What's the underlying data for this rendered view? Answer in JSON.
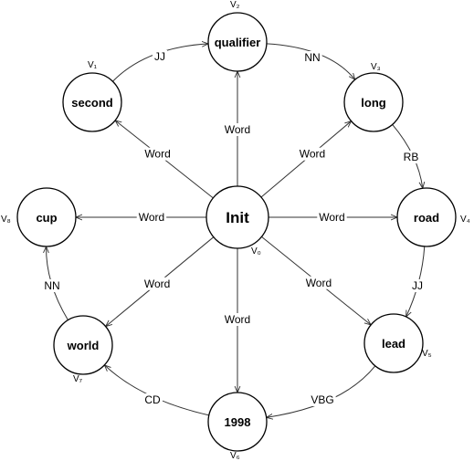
{
  "nodes": [
    {
      "id": "v0",
      "label": "Init",
      "vertex": "V₀"
    },
    {
      "id": "v1",
      "label": "second",
      "vertex": "V₁"
    },
    {
      "id": "v2",
      "label": "qualifier",
      "vertex": "V₂"
    },
    {
      "id": "v3",
      "label": "long",
      "vertex": "V₃"
    },
    {
      "id": "v4",
      "label": "road",
      "vertex": "V₄"
    },
    {
      "id": "v5",
      "label": "lead",
      "vertex": "V₅"
    },
    {
      "id": "v6",
      "label": "1998",
      "vertex": "V₆"
    },
    {
      "id": "v7",
      "label": "world",
      "vertex": "V₇"
    },
    {
      "id": "v8",
      "label": "cup",
      "vertex": "V₈"
    }
  ],
  "edges": [
    {
      "id": "e-v0-v1",
      "from": "v0",
      "to": "v1",
      "label": "Word"
    },
    {
      "id": "e-v0-v2",
      "from": "v0",
      "to": "v2",
      "label": "Word"
    },
    {
      "id": "e-v0-v3",
      "from": "v0",
      "to": "v3",
      "label": "Word"
    },
    {
      "id": "e-v0-v4",
      "from": "v0",
      "to": "v4",
      "label": "Word"
    },
    {
      "id": "e-v0-v5",
      "from": "v0",
      "to": "v5",
      "label": "Word"
    },
    {
      "id": "e-v0-v6",
      "from": "v0",
      "to": "v6",
      "label": "Word"
    },
    {
      "id": "e-v0-v7",
      "from": "v0",
      "to": "v7",
      "label": "Word"
    },
    {
      "id": "e-v0-v8",
      "from": "v0",
      "to": "v8",
      "label": "Word"
    },
    {
      "id": "e-v1-v2",
      "from": "v1",
      "to": "v2",
      "label": "JJ"
    },
    {
      "id": "e-v2-v3",
      "from": "v2",
      "to": "v3",
      "label": "NN"
    },
    {
      "id": "e-v3-v4",
      "from": "v3",
      "to": "v4",
      "label": "RB"
    },
    {
      "id": "e-v4-v5",
      "from": "v4",
      "to": "v5",
      "label": "JJ"
    },
    {
      "id": "e-v5-v6",
      "from": "v5",
      "to": "v6",
      "label": "VBG"
    },
    {
      "id": "e-v6-v7",
      "from": "v6",
      "to": "v7",
      "label": "CD"
    },
    {
      "id": "e-v7-v8",
      "from": "v7",
      "to": "v8",
      "label": "NN"
    }
  ]
}
